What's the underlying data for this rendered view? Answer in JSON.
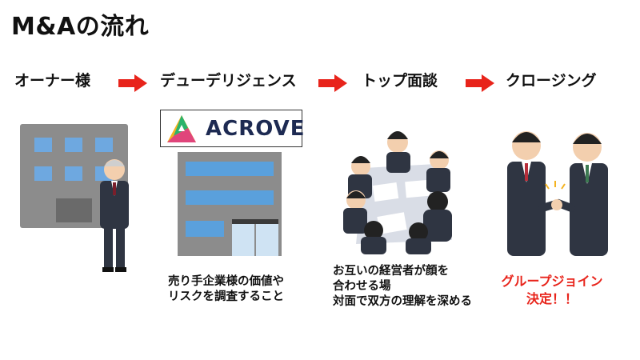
{
  "title": "M&Aの流れ",
  "stages": [
    {
      "label": "オーナー様"
    },
    {
      "label": "デューデリジェンス",
      "description_lines": [
        "売り手企業様の価値や",
        "リスクを調査すること"
      ]
    },
    {
      "label": "トップ面談",
      "description_lines": [
        "お互いの経営者が顔を",
        "合わせる場",
        "対面で双方の理解を深める"
      ]
    },
    {
      "label": "クロージング",
      "description_lines": [
        "グループジョイン",
        "決定！！"
      ]
    }
  ],
  "logo": {
    "text": "ACROVE"
  },
  "colors": {
    "arrow": "#e8241b",
    "accent_text": "#e8241b",
    "building": "#8c8c8c",
    "window": "#5aa0dc",
    "suit": "#2f3542"
  }
}
